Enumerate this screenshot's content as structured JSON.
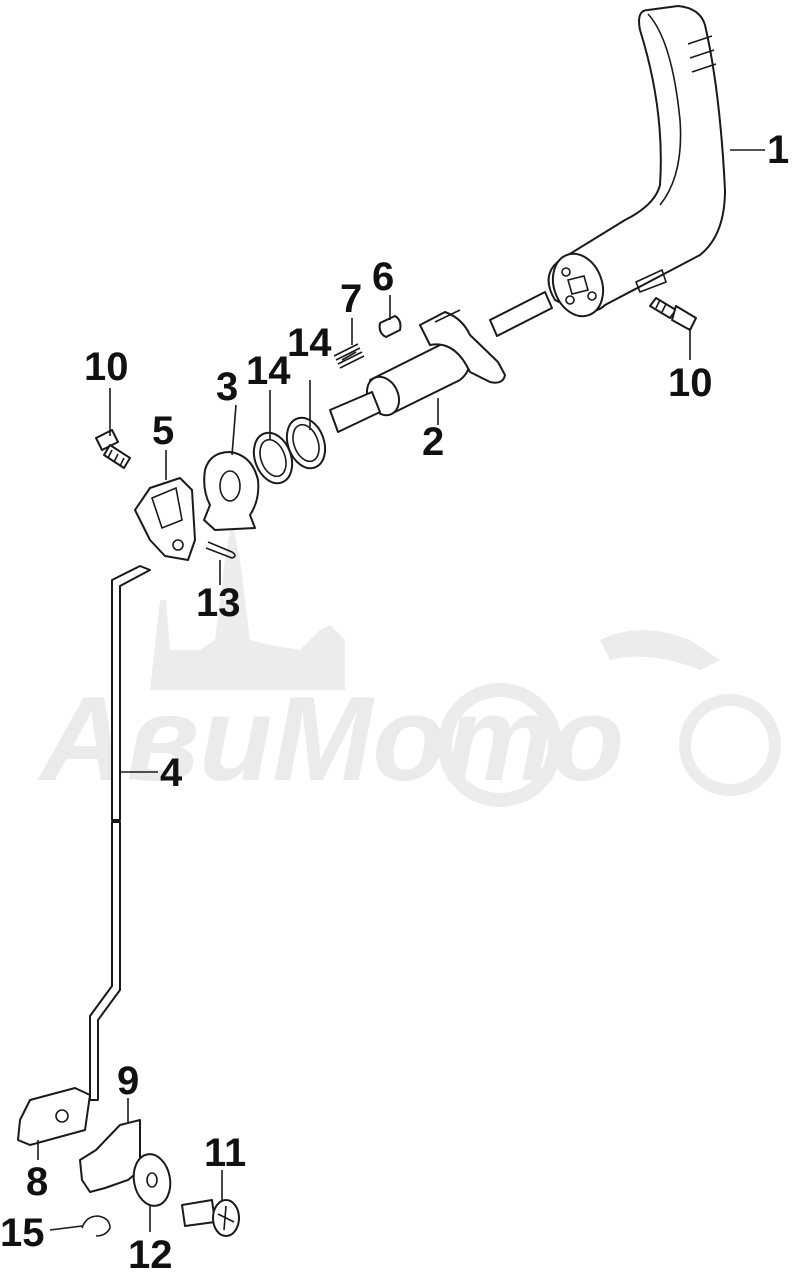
{
  "watermark": {
    "text": "АвиМото"
  },
  "callouts": [
    {
      "id": "1",
      "label": "1"
    },
    {
      "id": "2",
      "label": "2"
    },
    {
      "id": "3",
      "label": "3"
    },
    {
      "id": "14a",
      "label": "14"
    },
    {
      "id": "14b",
      "label": "14"
    },
    {
      "id": "7",
      "label": "7"
    },
    {
      "id": "6",
      "label": "6"
    },
    {
      "id": "10a",
      "label": "10"
    },
    {
      "id": "10b",
      "label": "10"
    },
    {
      "id": "5",
      "label": "5"
    },
    {
      "id": "13",
      "label": "13"
    },
    {
      "id": "4",
      "label": "4"
    },
    {
      "id": "9",
      "label": "9"
    },
    {
      "id": "8",
      "label": "8"
    },
    {
      "id": "11",
      "label": "11"
    },
    {
      "id": "15",
      "label": "15"
    },
    {
      "id": "12",
      "label": "12"
    }
  ]
}
